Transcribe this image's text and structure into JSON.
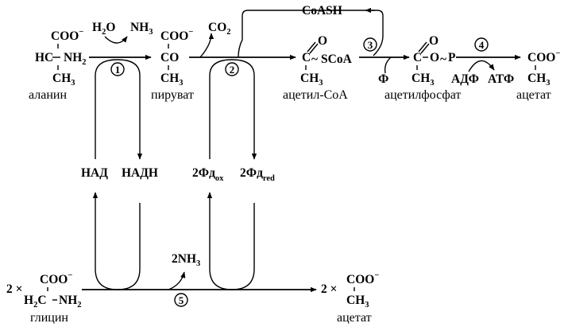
{
  "metabolites": {
    "alanine": {
      "top": "COO",
      "mid_left": "HC",
      "mid_right": "NH",
      "mid_right_sub": "2",
      "bottom": "CH",
      "bottom_sub": "3",
      "name": "аланин"
    },
    "pyruvate": {
      "top": "COO",
      "mid": "CO",
      "bottom": "CH",
      "bottom_sub": "3",
      "name": "пируват"
    },
    "acetyl_coa": {
      "top": "O",
      "mid_left": "C",
      "mid_tilde": "~",
      "mid_right": "SCoA",
      "bottom": "CH",
      "bottom_sub": "3",
      "name": "ацетил-CoA"
    },
    "acetyl_phosphate": {
      "top": "O",
      "mid_left": "C",
      "mid_o": "O",
      "mid_tilde": "~",
      "mid_p": "P",
      "bottom": "CH",
      "bottom_sub": "3",
      "name": "ацетилфосфат"
    },
    "acetate_top": {
      "top": "COO",
      "bottom": "CH",
      "bottom_sub": "3",
      "name": "ацетат"
    },
    "glycine": {
      "coef": "2 ×",
      "top": "COO",
      "mid_left": "H",
      "mid_left_sub": "2",
      "mid_c": "C",
      "mid_right": "NH",
      "mid_right_sub": "2",
      "name": "глицин"
    },
    "acetate_bottom": {
      "coef": "2 ×",
      "top": "COO",
      "bottom": "CH",
      "bottom_sub": "3",
      "name": "ацетат"
    }
  },
  "charge_minus": "−",
  "cosubstrates": {
    "h2o": {
      "main": "H",
      "sub": "2",
      "tail": "O"
    },
    "nh3": {
      "main": "NH",
      "sub": "3"
    },
    "co2": {
      "main": "CO",
      "sub": "2"
    },
    "coash": "CoASH",
    "phi": "Ф",
    "adp": "АДФ",
    "atp": "АТФ",
    "nh3_2": {
      "main": "2NH",
      "sub": "3"
    }
  },
  "cofactors": {
    "nad": "НАД",
    "nadh": "НАДН",
    "fd_ox": {
      "main": "2Фд",
      "sub": "ox"
    },
    "fd_red": {
      "main": "2Фд",
      "sub": "red"
    }
  },
  "steps": [
    "1",
    "2",
    "3",
    "4",
    "5"
  ]
}
